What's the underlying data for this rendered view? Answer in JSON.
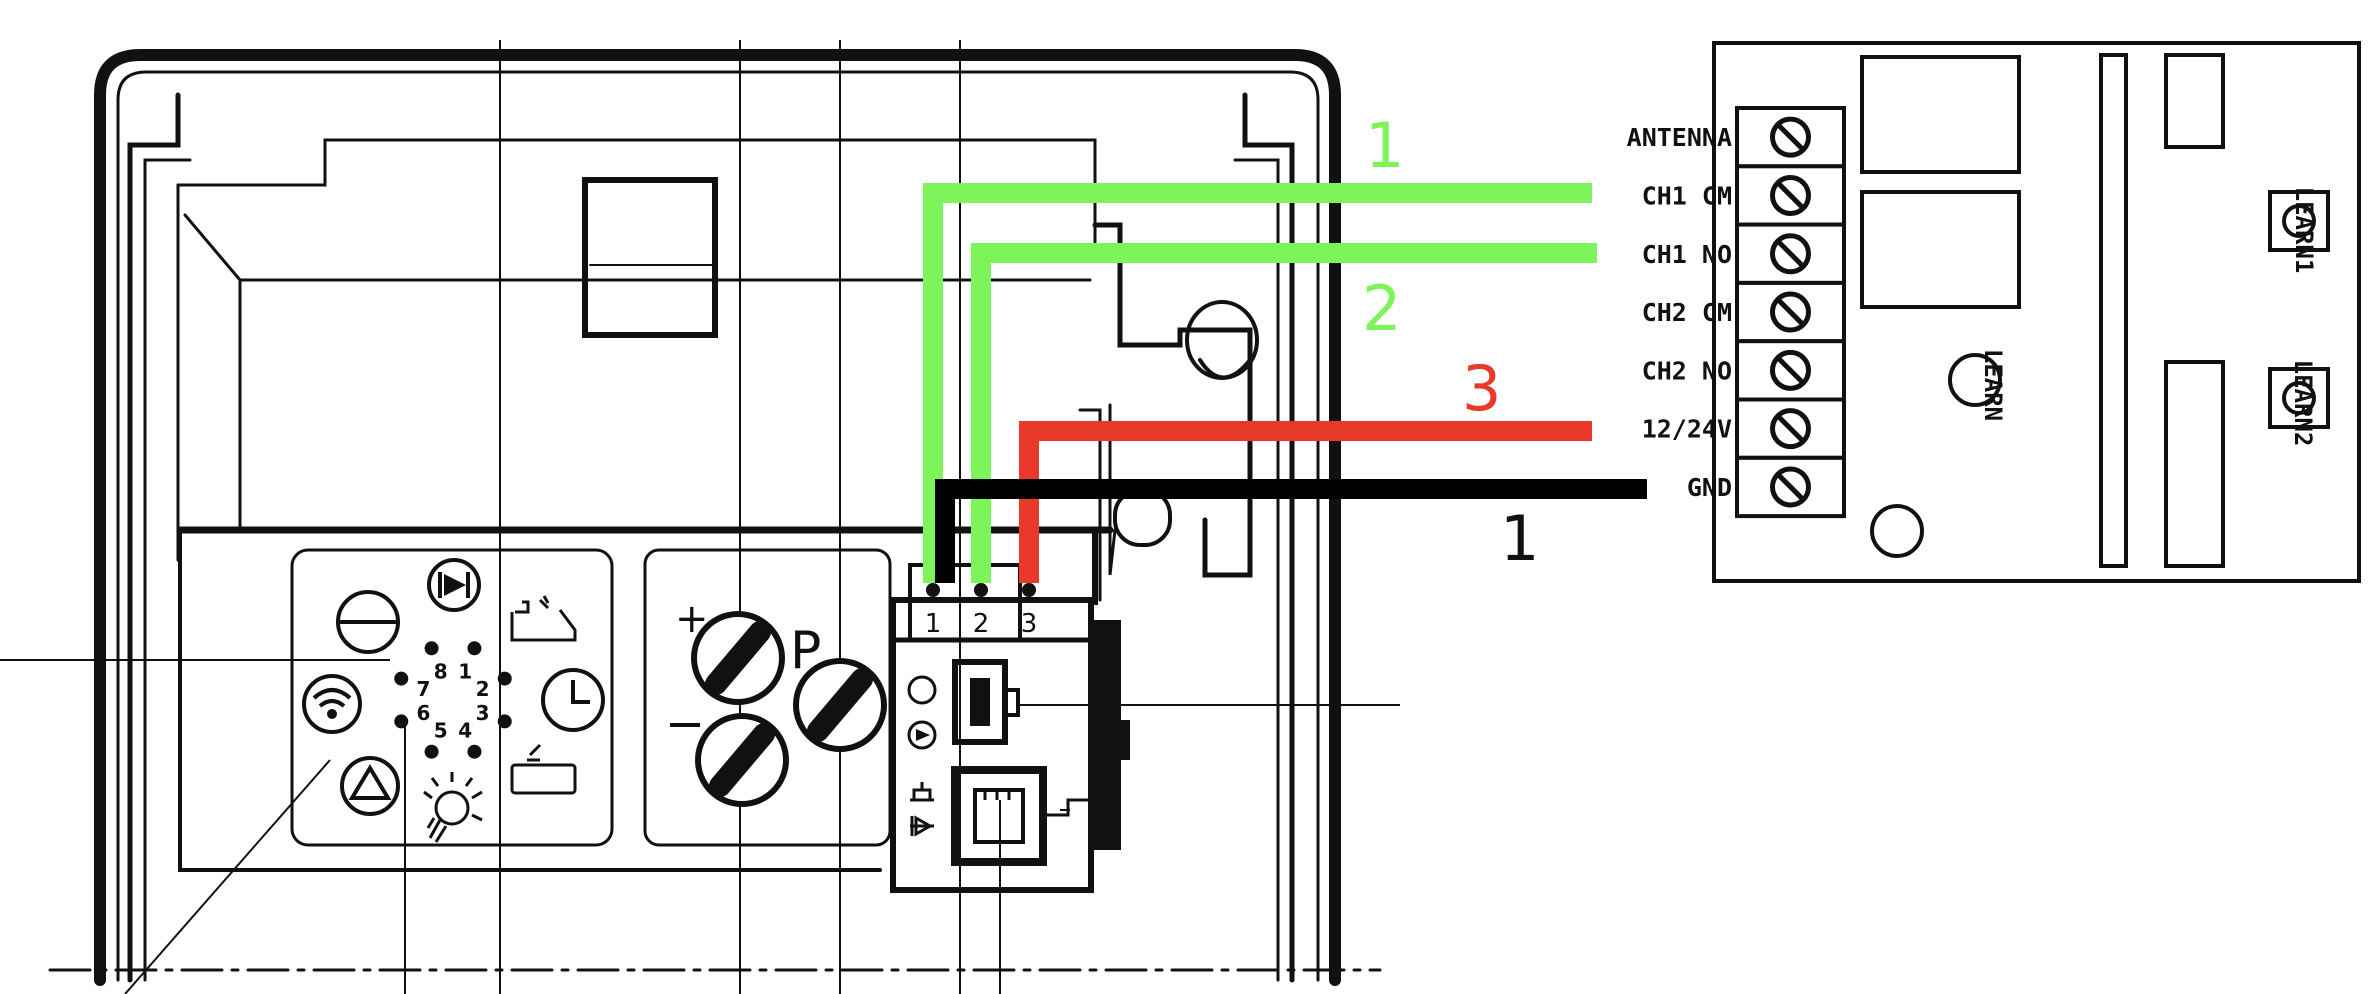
{
  "colors": {
    "wire_channel1": "#7df55a",
    "wire_channel2": "#7df55a",
    "wire_power": "#e8392b",
    "wire_ground": "#000000",
    "outline": "#111111"
  },
  "receiver": {
    "terminals": [
      "ANTENNA",
      "CH1 CM",
      "CH1 NO",
      "CH2 CM",
      "CH2 NO",
      "12/24V",
      "GND"
    ],
    "learn_main": "LEARN",
    "learn_1": "LEARN1",
    "learn_2": "LEARN2"
  },
  "operator": {
    "connector_pins": [
      "1",
      "2",
      "3"
    ],
    "dial_positions": [
      "1",
      "2",
      "3",
      "4",
      "5",
      "6",
      "7",
      "8"
    ],
    "plus": "+",
    "minus": "−",
    "program": "P"
  },
  "wire_labels": {
    "ch1_cm": "1",
    "ch1_no": "2",
    "power": "3",
    "gnd": "1"
  },
  "icons": {
    "dial": [
      "radio-icon",
      "triangle-icon",
      "bulb-icon",
      "door-close-icon",
      "clock-icon",
      "door-open-icon",
      "travel-icon",
      "minus-circle-icon"
    ],
    "ports": [
      "rotate-icon",
      "arrow-in-icon",
      "antenna-icon",
      "travel-icon"
    ]
  }
}
